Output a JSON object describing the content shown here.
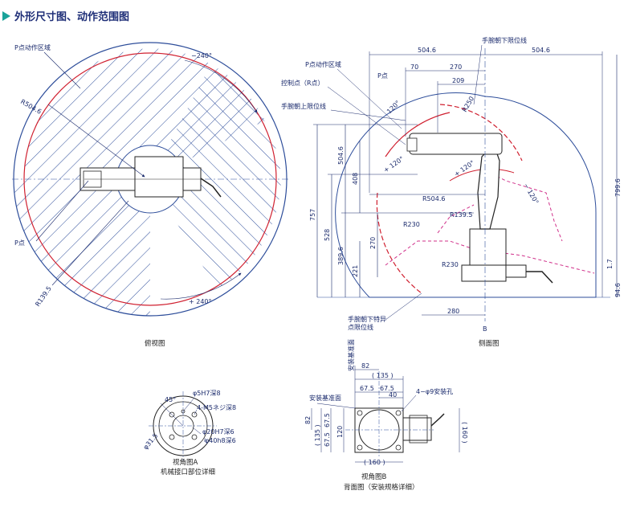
{
  "header": {
    "title": "外形尺寸图、动作范围图",
    "accent_color": "#1aa39a"
  },
  "top_view": {
    "label_p_area": "P点动作区域",
    "label_r504": "R504.6",
    "label_angle_top": "−240°",
    "label_angle_bottom": "+ 240°",
    "label_p": "P点",
    "label_r139": "R139.5",
    "caption": "俯视图"
  },
  "side_view": {
    "label_p_area": "P点动作区域",
    "label_p": "P点",
    "label_control_point": "控制点（R点）",
    "label_wrist_up": "手腕朝上限位线",
    "label_wrist_down": "手腕朝下限位线",
    "label_wrist_special": "手腕朝下特异",
    "label_wrist_special2": "点限位线",
    "dim_504_left": "504.6",
    "dim_504_right": "504.6",
    "dim_70": "70",
    "dim_270_top": "270",
    "dim_209": "209",
    "dim_r250": "R250",
    "dim_120_a": "120°",
    "dim_120_b": "+ 120°",
    "dim_120_c": "+ 120°",
    "dim_120_d": "− 120°",
    "dim_r504": "R504.6",
    "dim_r139": "R139.5",
    "dim_r230_a": "R230",
    "dim_r230_b": "R230",
    "dim_757": "757",
    "dim_528": "528",
    "dim_504_v": "504.6",
    "dim_408": "408",
    "dim_389": "389.6",
    "dim_270_v": "270",
    "dim_221": "221",
    "dim_799": "799.6",
    "dim_17": "1.7",
    "dim_94": "94.6",
    "dim_280": "280",
    "label_b": "B",
    "caption": "侧面图"
  },
  "view_a": {
    "dim_45": "45°",
    "dim_5h7": "φ5H7深8",
    "dim_m5": "4-M5ネジ深8",
    "dim_20h7": "φ20H7深6",
    "dim_40h8": "φ40h8深6",
    "dim_31": "φ31.5",
    "caption1": "视角图A",
    "caption2": "机械接口部位详细"
  },
  "view_b": {
    "label_datum": "安装基准面",
    "label_datum_top": "安装基准面",
    "dim_82_top": "82",
    "dim_135_top": "( 135 )",
    "dim_67_a": "67.5",
    "dim_67_b": "67.5",
    "dim_40": "40",
    "dim_hole": "4−φ9安装孔",
    "dim_82_left": "82",
    "dim_135_left": "( 135 )",
    "dim_67_c": "67.5",
    "dim_67_d": "67.5",
    "dim_120": "120",
    "dim_160_right": "( 160 )",
    "dim_160_bottom": "( 160 )",
    "caption1": "视角图B",
    "caption2": "背面图（安装规格详细）"
  }
}
